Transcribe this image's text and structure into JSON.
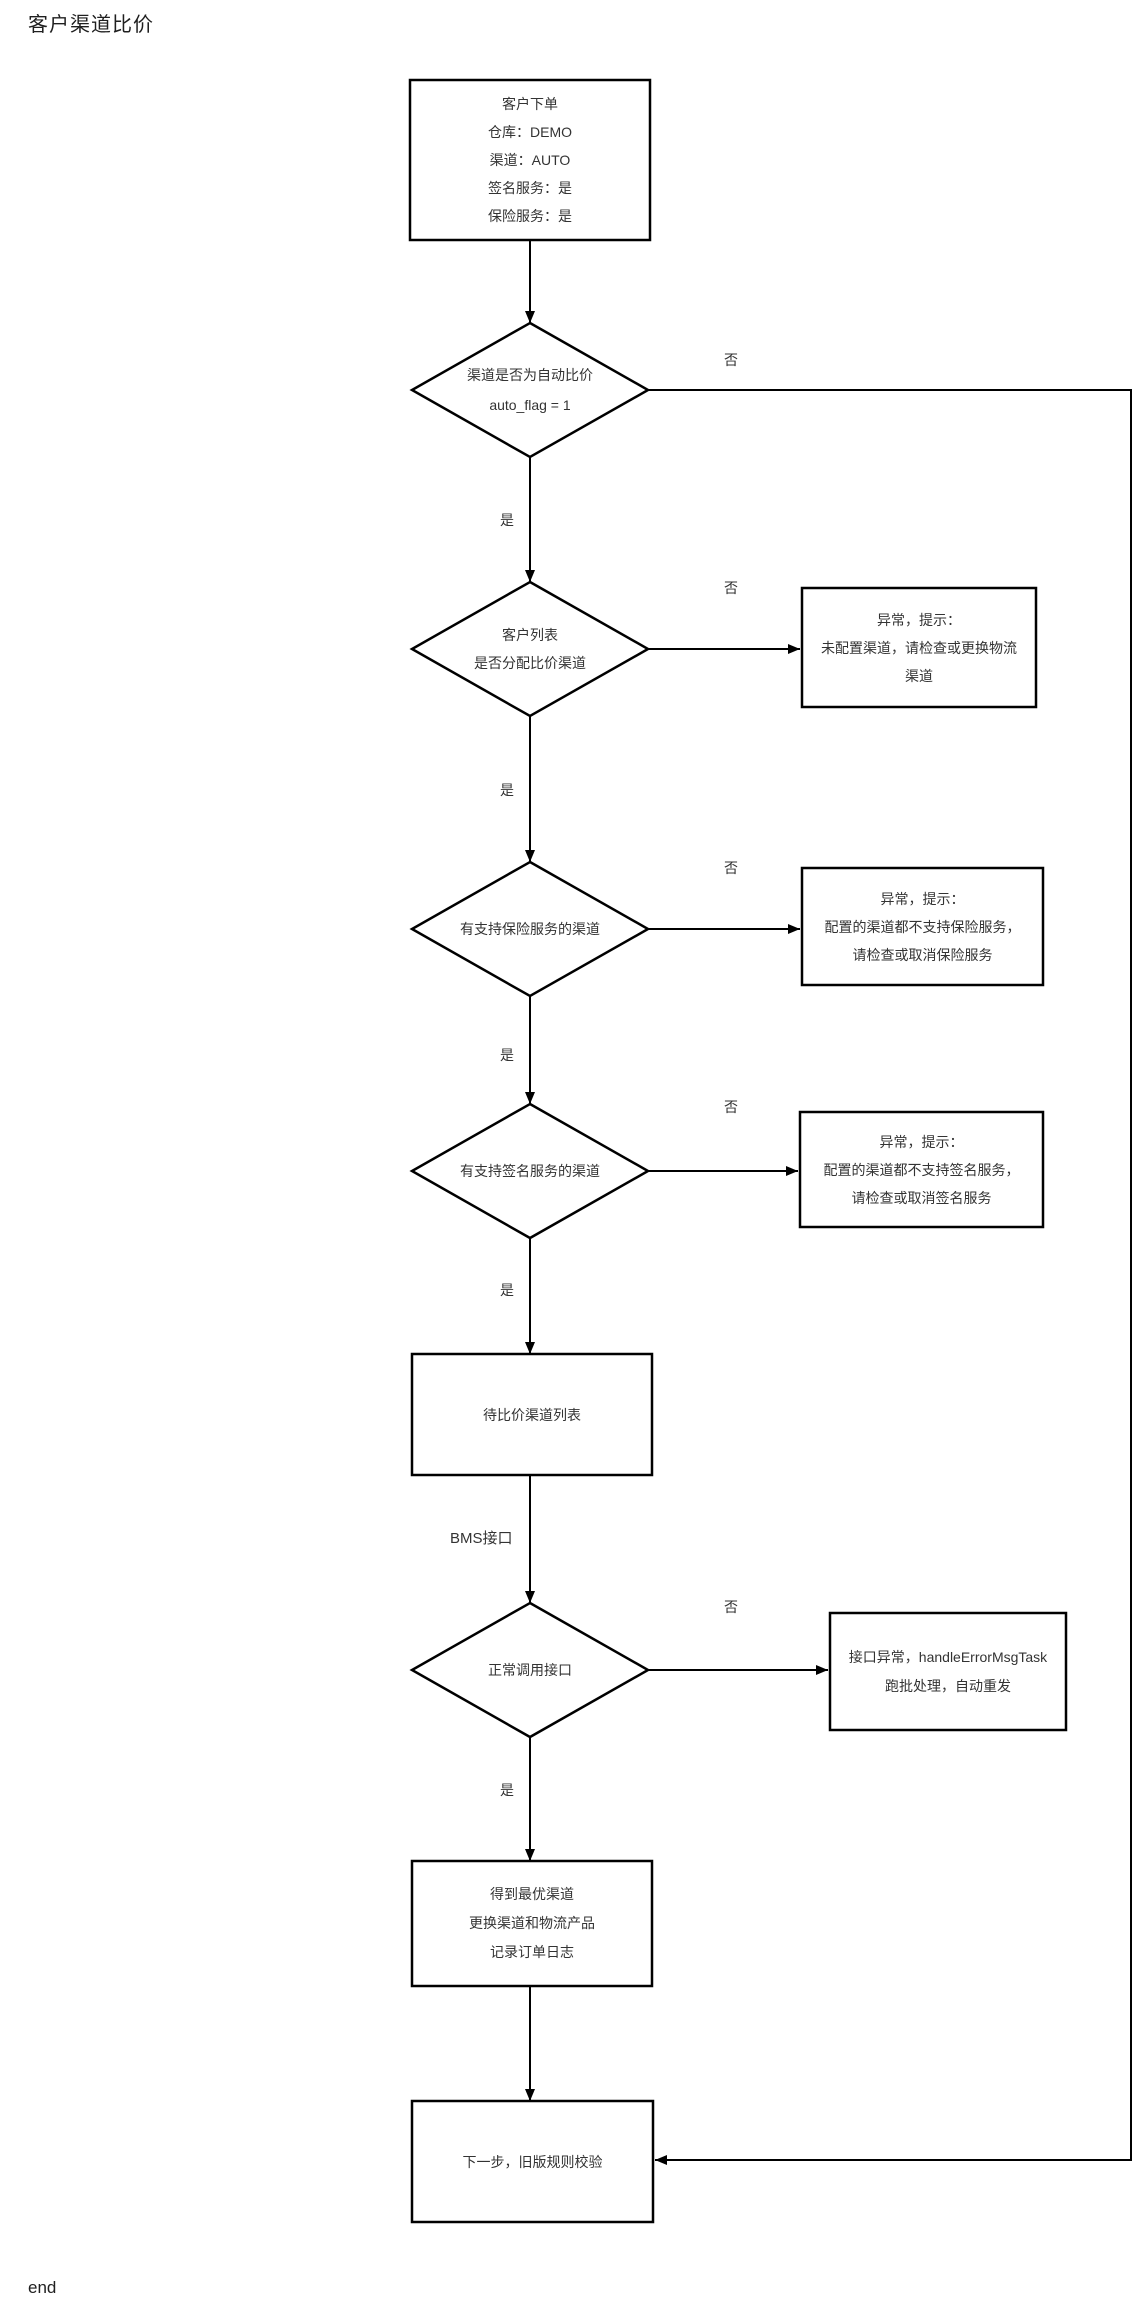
{
  "page": {
    "title": "客户渠道比价",
    "end_label": "end"
  },
  "flowchart": {
    "colors": {
      "stroke": "#000000",
      "node_fill": "#ffffff",
      "text": "#333333",
      "background": "#ffffff"
    },
    "nodes": {
      "start": {
        "type": "process",
        "lines": [
          "客户下单",
          "仓库：DEMO",
          "渠道：AUTO",
          "签名服务：是",
          "保险服务：是"
        ]
      },
      "decision_auto_pricing": {
        "type": "decision",
        "lines": [
          "渠道是否为自动比价",
          "auto_flag = 1"
        ]
      },
      "decision_customer_list": {
        "type": "decision",
        "lines": [
          "客户列表",
          "是否分配比价渠道"
        ]
      },
      "error_no_channel": {
        "type": "process",
        "lines": [
          "异常，提示：",
          "未配置渠道，请检查或更换物流",
          "渠道"
        ]
      },
      "decision_insurance": {
        "type": "decision",
        "lines": [
          "有支持保险服务的渠道"
        ]
      },
      "error_insurance": {
        "type": "process",
        "lines": [
          "异常，提示：",
          "配置的渠道都不支持保险服务，",
          "请检查或取消保险服务"
        ]
      },
      "decision_signature": {
        "type": "decision",
        "lines": [
          "有支持签名服务的渠道"
        ]
      },
      "error_signature": {
        "type": "process",
        "lines": [
          "异常，提示：",
          "配置的渠道都不支持签名服务，",
          "请检查或取消签名服务"
        ]
      },
      "pending_channel_list": {
        "type": "process",
        "lines": [
          "待比价渠道列表"
        ]
      },
      "decision_api_call": {
        "type": "decision",
        "lines": [
          "正常调用接口"
        ]
      },
      "error_api": {
        "type": "process",
        "lines": [
          "接口异常，handleErrorMsgTask",
          "跑批处理，自动重发"
        ]
      },
      "best_channel": {
        "type": "process",
        "lines": [
          "得到最优渠道",
          "更换渠道和物流产品",
          "记录订单日志"
        ]
      },
      "next_step": {
        "type": "process",
        "lines": [
          "下一步，旧版规则校验"
        ]
      }
    },
    "edge_labels": {
      "yes": "是",
      "no": "否",
      "bms_api": "BMS接口"
    }
  }
}
